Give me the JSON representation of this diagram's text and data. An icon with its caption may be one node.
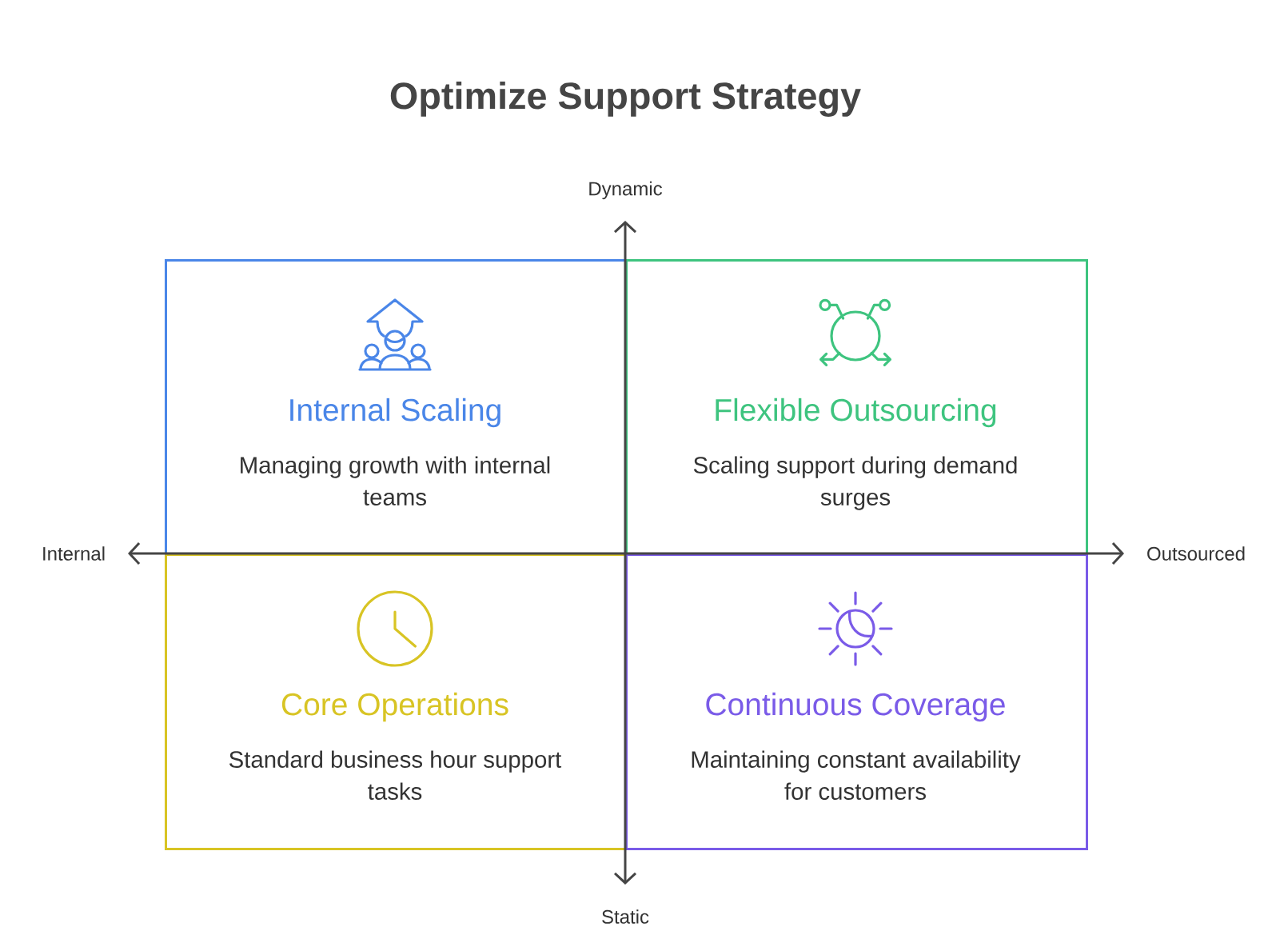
{
  "diagram": {
    "title": "Optimize Support Strategy",
    "nodes": [
      {
        "text": [
          "Internal Scaling",
          "Managing growth with internal teams"
        ]
      },
      {
        "text": [
          "Flexible Outsourcing",
          "Scaling support during demand surges"
        ]
      },
      {
        "text": [
          "Core Operations",
          "Standard business hour support tasks"
        ]
      },
      {
        "text": [
          "Continuous Coverage",
          "Maintaining constant availability for customers"
        ]
      }
    ],
    "labels": [
      "Dynamic",
      "Internal",
      "Outsourced",
      "Static"
    ]
  }
}
